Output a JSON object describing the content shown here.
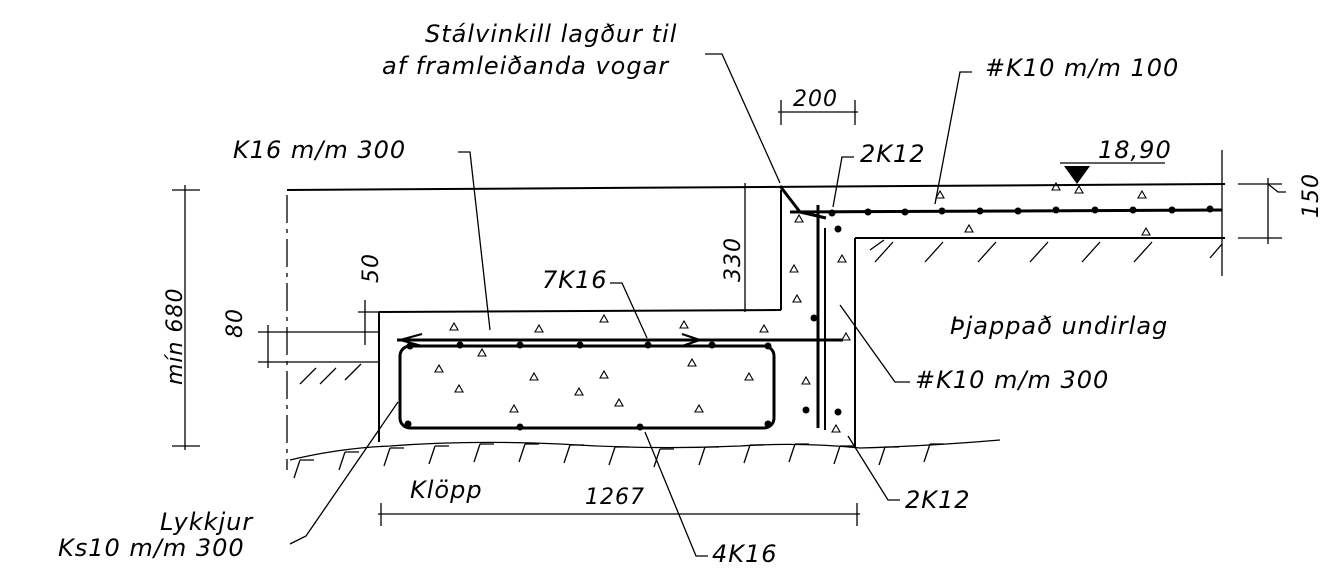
{
  "labels": {
    "steel_angle_line1": "Stálvinkill lagður til",
    "steel_angle_line2": "af framleiðanda vogar",
    "mesh_top": "#K10 m/m 100",
    "bar_k16": "K16 m/m 300",
    "bar_2k12_top": "2K12",
    "elevation": "18,90",
    "bar_7k16": "7K16",
    "compacted_base": "Þjappað undirlag",
    "stirrups_k10": "#K10 m/m 300",
    "loops_line1": "Lykkjur",
    "loops_line2": "Ks10 m/m 300",
    "rock": "Klöpp",
    "bar_2k12_bottom": "2K12",
    "bar_4k16": "4K16"
  },
  "dimensions": {
    "d200": "200",
    "d150": "150",
    "d330": "330",
    "d50": "50",
    "d80": "80",
    "d680": "mín 680",
    "d1267": "1267"
  }
}
